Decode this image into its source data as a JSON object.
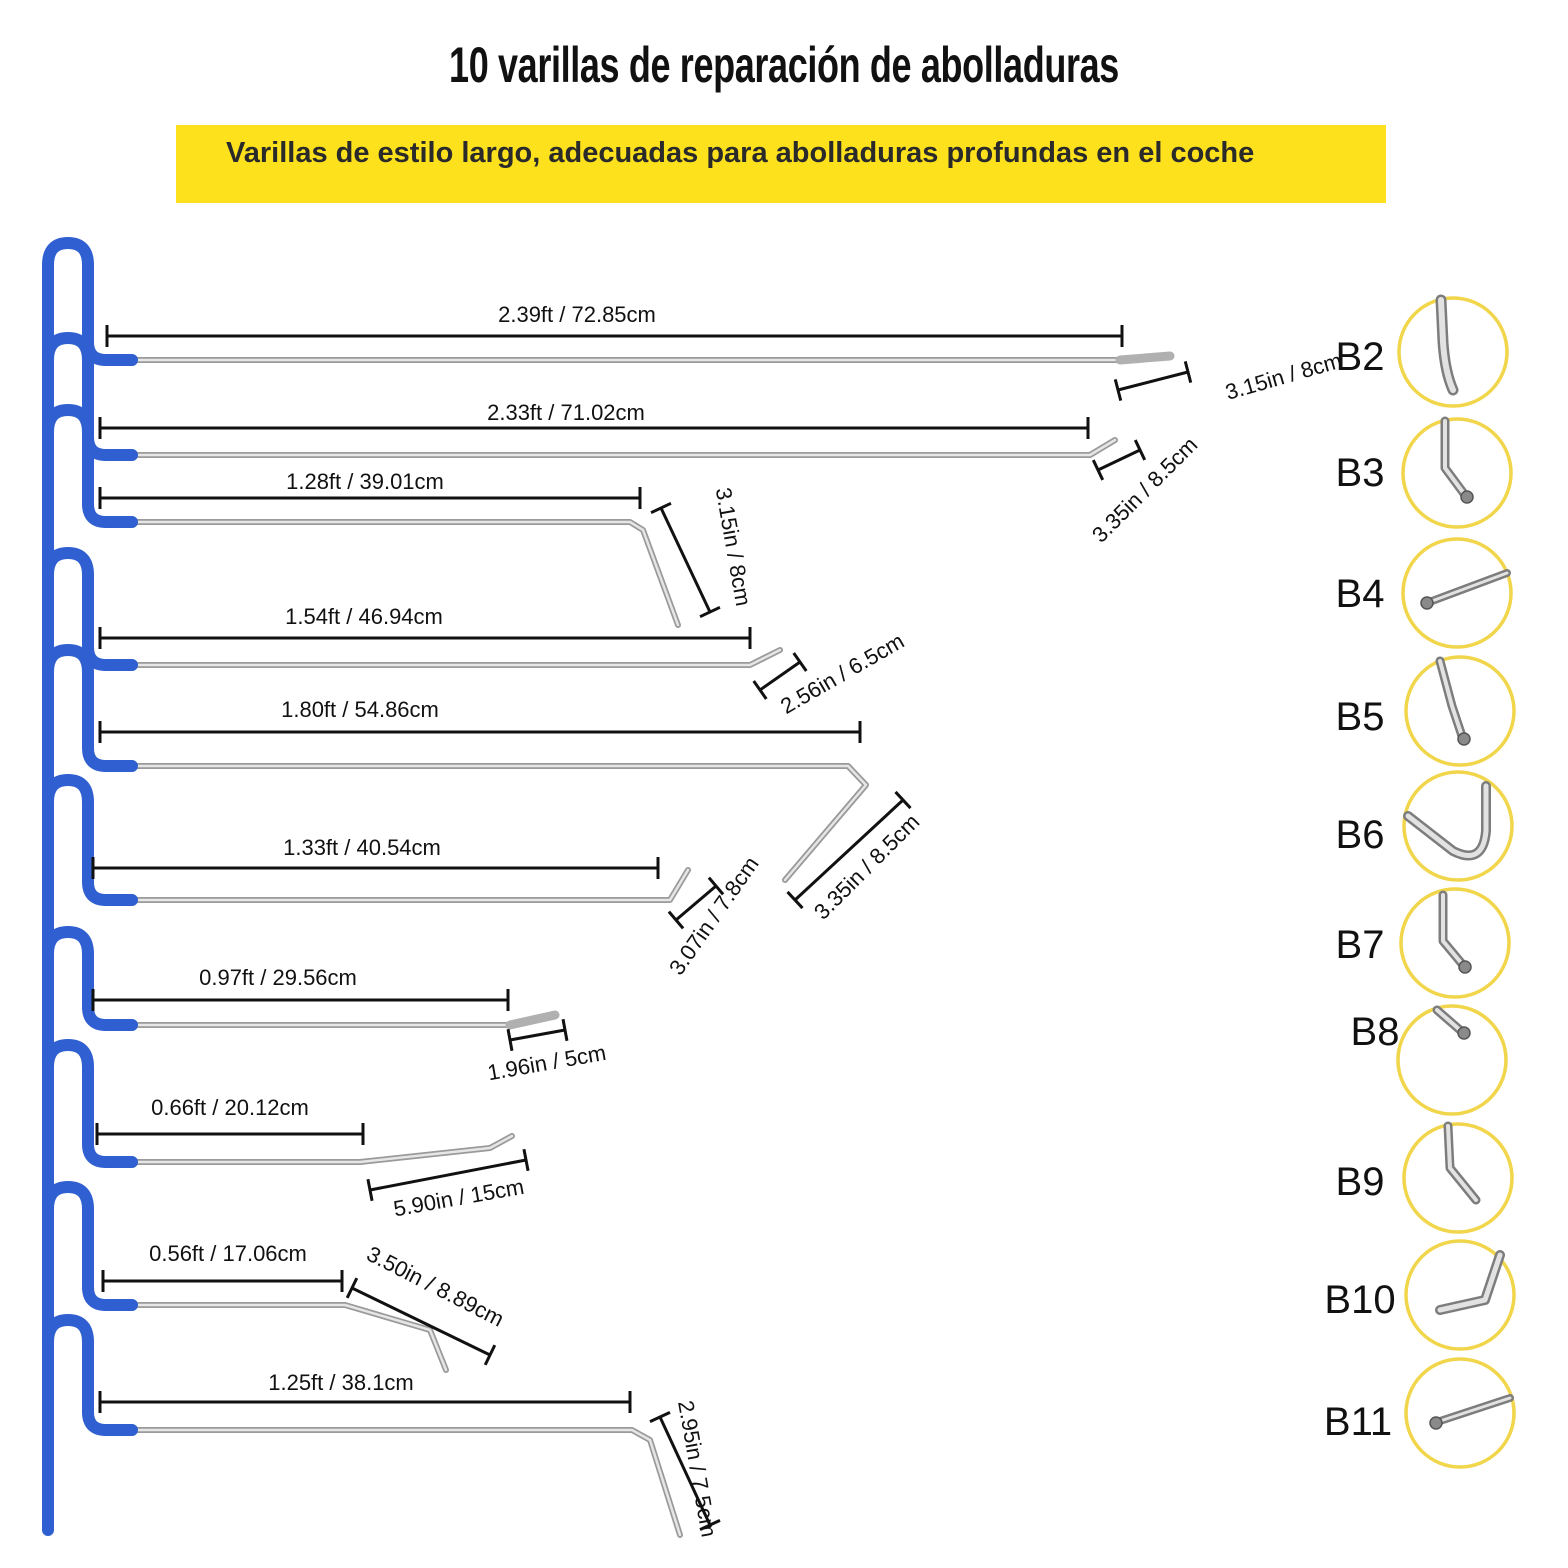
{
  "title": "10 varillas de reparación de abolladuras",
  "subtitle": "Varillas de estilo largo, adecuadas para abolladuras profundas en el coche",
  "colors": {
    "handle": "#2f5fd0",
    "rod": "#bdbdbd",
    "ring": "#f1d54a",
    "banner": "#fde11c"
  },
  "rods": [
    {
      "length_label": "2.39ft / 72.85cm",
      "tip_label": "3.15in / 8cm"
    },
    {
      "length_label": "2.33ft / 71.02cm",
      "tip_label": "3.35in / 8.5cm"
    },
    {
      "length_label": "1.28ft / 39.01cm",
      "tip_label": "3.15in / 8cm"
    },
    {
      "length_label": "1.54ft / 46.94cm",
      "tip_label": "2.56in / 6.5cm"
    },
    {
      "length_label": "1.80ft / 54.86cm",
      "tip_label": "3.35in / 8.5cm"
    },
    {
      "length_label": "1.33ft / 40.54cm",
      "tip_label": "3.07in / 7.8cm"
    },
    {
      "length_label": "0.97ft / 29.56cm",
      "tip_label": "1.96in / 5cm"
    },
    {
      "length_label": "0.66ft / 20.12cm",
      "tip_label": "5.90in / 15cm"
    },
    {
      "length_label": "0.56ft / 17.06cm",
      "tip_label": "3.50in / 8.89cm"
    },
    {
      "length_label": "1.25ft / 38.1cm",
      "tip_label": "2.95in / 7.5cm"
    }
  ],
  "tips": [
    {
      "code": "B2",
      "icon": "tip-curved-icon"
    },
    {
      "code": "B3",
      "icon": "tip-bent-ball-icon"
    },
    {
      "code": "B4",
      "icon": "tip-ball-icon"
    },
    {
      "code": "B5",
      "icon": "tip-curved-ball-icon"
    },
    {
      "code": "B6",
      "icon": "tip-hook-icon"
    },
    {
      "code": "B7",
      "icon": "tip-bent-ball-icon"
    },
    {
      "code": "B8",
      "icon": "tip-short-ball-icon"
    },
    {
      "code": "B9",
      "icon": "tip-flat-icon"
    },
    {
      "code": "B10",
      "icon": "tip-elbow-icon"
    },
    {
      "code": "B11",
      "icon": "tip-ball-icon"
    }
  ]
}
